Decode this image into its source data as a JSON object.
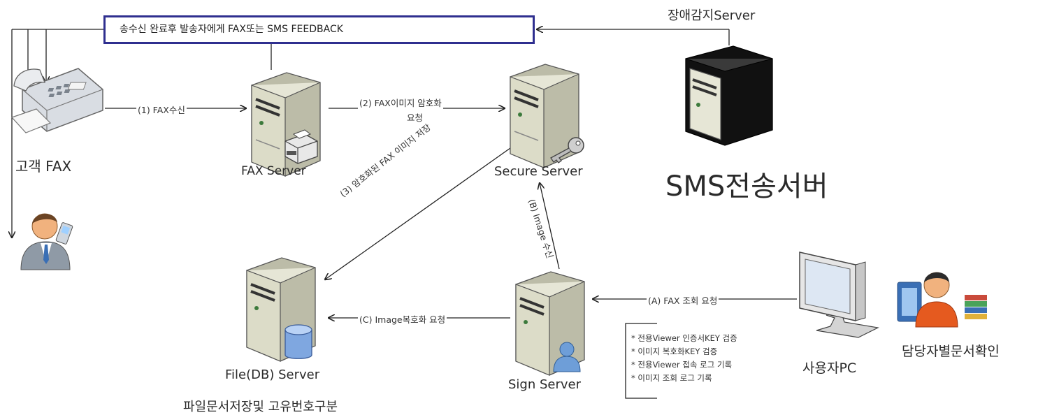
{
  "feedback_note": "송수신 완료후 발송자에게 FAX또는 SMS FEEDBACK",
  "nodes": {
    "customer_fax": "고객 FAX",
    "fax_server": "FAX Server",
    "secure_server": "Secure Server",
    "monitor_server": "장애감지Server",
    "sms_server": "SMS전송서버",
    "file_server": "File(DB) Server",
    "file_server_desc": "파일문서저장및 고유번호구분",
    "sign_server": "Sign Server",
    "user_pc": "사용자PC",
    "staff_check": "담당자별문서확인"
  },
  "flows": {
    "f1": "(1) FAX수신",
    "f2_line1": "(2) FAX이미지 암호화",
    "f2_line2": "요청",
    "f3": "(3) 암호화된 FAX 이미지 저장",
    "fa": "(A) FAX 조회 요청",
    "fb": "(B) Image 수신",
    "fc": "(C) Image복호화 요청"
  },
  "checklist": [
    "* 전용Viewer 인증서KEY 검증",
    "* 이미지 복호화KEY 검증",
    "* 전용Viewer 접속 로그 기록",
    "* 이미지 조회 로그 기록"
  ],
  "icons": [
    "fax-machine-icon",
    "server-tower-icon",
    "printer-icon",
    "key-icon",
    "database-icon",
    "user-icon",
    "monitor-icon",
    "person-phone-icon",
    "person-documents-icon"
  ],
  "colors": {
    "box_border": "#2f2f8f",
    "server_body": "#d9d9c4",
    "arrow": "#222222"
  }
}
